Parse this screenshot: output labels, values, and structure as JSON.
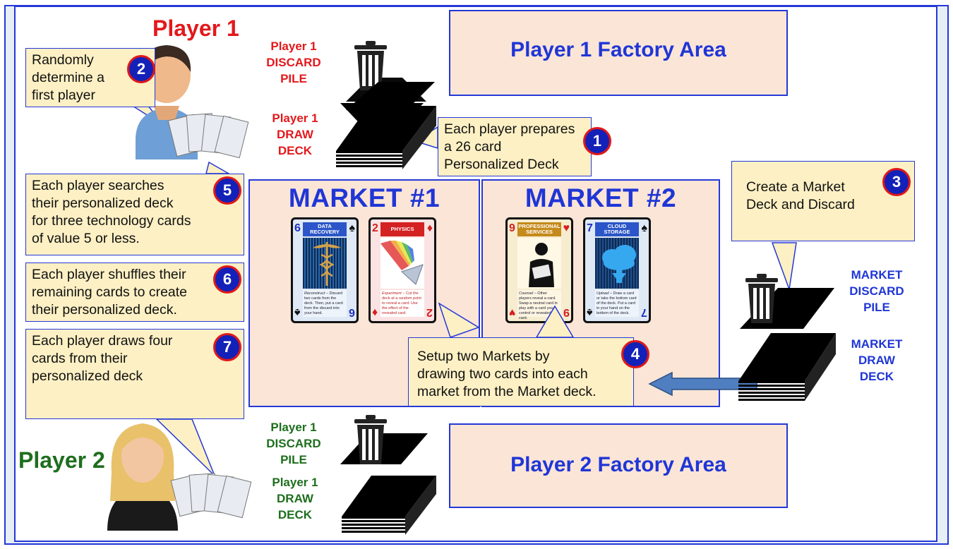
{
  "player1": {
    "title": "Player 1",
    "discard_label": [
      "Player 1",
      "DISCARD",
      "PILE"
    ],
    "draw_label": [
      "Player 1",
      "DRAW",
      "DECK"
    ],
    "factory": "Player 1 Factory Area"
  },
  "player2": {
    "title": "Player 2",
    "discard_label": [
      "Player 1",
      "DISCARD",
      "PILE"
    ],
    "draw_label": [
      "Player 1",
      "DRAW",
      "DECK"
    ],
    "factory": "Player 2 Factory Area"
  },
  "market1": {
    "title": "MARKET #1",
    "cards": [
      {
        "name": "DATA RECOVERY",
        "rank": "6",
        "suit": "♠"
      },
      {
        "name": "PHYSICS",
        "rank": "2",
        "suit": "♦"
      }
    ]
  },
  "market2": {
    "title": "MARKET #2",
    "cards": [
      {
        "name": "PROFESSIONAL SERVICES",
        "rank": "9",
        "suit": "♥"
      },
      {
        "name": "CLOUD STORAGE",
        "rank": "7",
        "suit": "♠"
      }
    ]
  },
  "market_side": {
    "discard_label": [
      "MARKET",
      "DISCARD",
      "PILE"
    ],
    "draw_label": [
      "MARKET",
      "DRAW",
      "DECK"
    ]
  },
  "steps": {
    "s1": {
      "num": "1",
      "lines": [
        "Each player prepares",
        "a 26 card",
        "Personalized Deck"
      ]
    },
    "s2": {
      "num": "2",
      "lines": [
        "Randomly",
        "determine a",
        "first player"
      ]
    },
    "s3": {
      "num": "3",
      "lines": [
        "Create a Market",
        "Deck and Discard"
      ]
    },
    "s4": {
      "num": "4",
      "lines": [
        "Setup two Markets by",
        "drawing two cards into each",
        "market from the Market deck."
      ]
    },
    "s5": {
      "num": "5",
      "lines": [
        "Each player searches",
        "their personalized deck",
        "for three technology cards",
        "of value 5 or less."
      ]
    },
    "s6": {
      "num": "6",
      "lines": [
        "Each player shuffles their",
        "remaining cards to create",
        "their personalized deck."
      ]
    },
    "s7": {
      "num": "7",
      "lines": [
        "Each player draws four",
        "cards from their",
        "personalized deck"
      ]
    }
  },
  "colors": {
    "accent_blue": "#1f36d6",
    "player1_red": "#e3181b",
    "player2_green": "#1e6e1e",
    "callout_fill": "#fdf0c4",
    "area_fill": "#fbe5d7",
    "badge_blue": "#1421b8"
  }
}
